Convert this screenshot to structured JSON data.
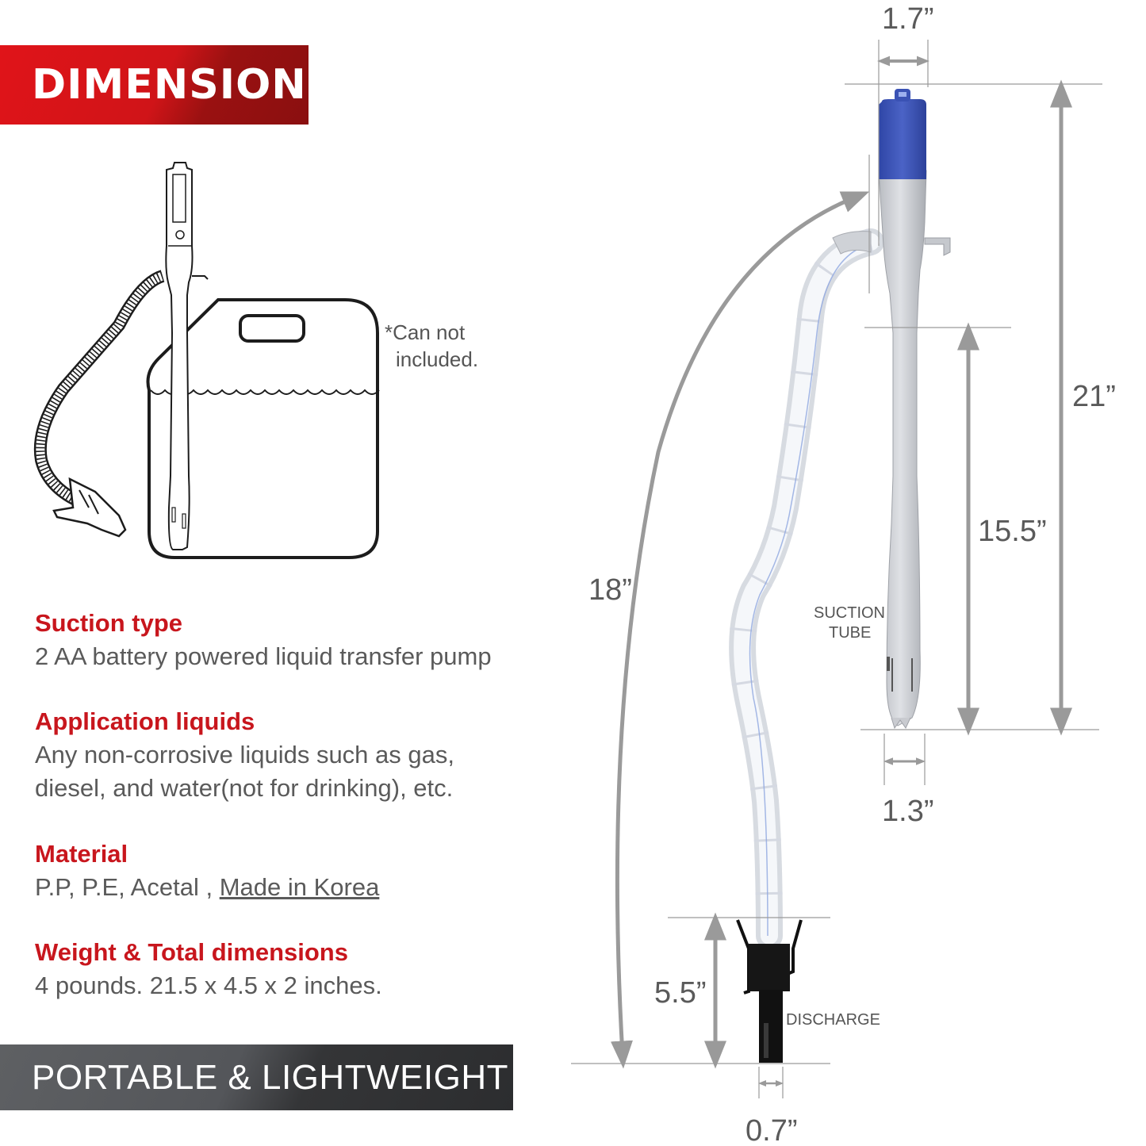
{
  "banner_dimension": "DIMENSION",
  "banner_portable": "PORTABLE & LIGHTWEIGHT",
  "note_can_line1": "*Can not",
  "note_can_line2": "included.",
  "specs": [
    {
      "heading": "Suction type",
      "lines": [
        "2 AA battery powered liquid transfer pump"
      ]
    },
    {
      "heading": "Application liquids",
      "lines": [
        "Any non-corrosive liquids such as gas,",
        "diesel, and water(not for drinking), etc."
      ]
    },
    {
      "heading": "Material",
      "text_plain": "P.P, P.E, Acetal , ",
      "text_underlined": "Made in Korea"
    },
    {
      "heading": "Weight & Total dimensions",
      "lines": [
        "4 pounds. 21.5 x 4.5 x 2 inches."
      ]
    }
  ],
  "dimensions": {
    "head_width": "1.7”",
    "total_height": "21”",
    "suction_length": "15.5”",
    "tube_width": "1.3”",
    "hose_length": "18”",
    "discharge_length": "5.5”",
    "nozzle_width": "0.7”"
  },
  "labels": {
    "suction_tube_line1": "SUCTION",
    "suction_tube_line2": "TUBE",
    "discharge": "DISCHARGE"
  },
  "colors": {
    "accent_red": "#c8161d",
    "pump_blue": "#3f57b8",
    "pump_gray": "#c9cbd0",
    "dim_gray": "#9a9a9a"
  }
}
